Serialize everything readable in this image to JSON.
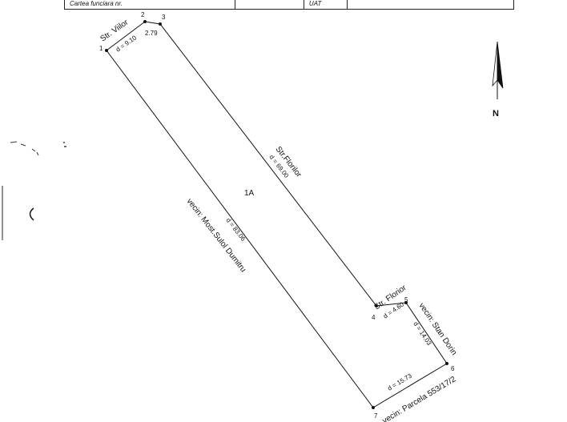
{
  "header": {
    "cadastre_label": "Cartea funciara nr.",
    "uat_label": "UAT"
  },
  "plan": {
    "parcel_label": "1A",
    "north_label": "N",
    "vertices": [
      "1",
      "2",
      "3",
      "4",
      "5",
      "6",
      "7"
    ],
    "streets": {
      "top": "Str. Viilor",
      "east": "Str.Florilor",
      "east_small": "Str. Florior"
    },
    "neighbors": {
      "west": "vecin: Most.Sulol Dumitru",
      "east": "vecin: Stan Dorin",
      "south": "vecin: Parcela 553/17/2"
    },
    "distances": {
      "d12": "d = 9.10",
      "d23": "2.79",
      "d34": "d = 69.00",
      "d45": "d = 4.60",
      "d56": "d = 14.03",
      "d67": "d = 15.73",
      "d71": "d = 83.06"
    }
  }
}
